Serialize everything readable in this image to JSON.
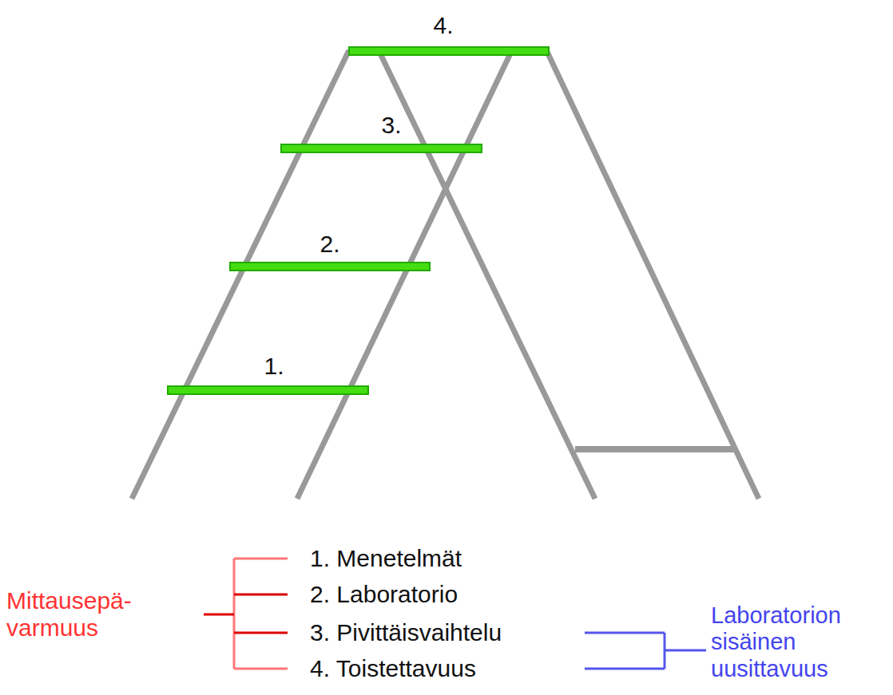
{
  "diagram": {
    "labels": [
      "4.",
      "3.",
      "2.",
      "1.",
      "1. Menetelmät",
      "2. Laboratorio",
      "3. Pivittäisvaihtelu",
      "4. Toistettavuus",
      "Mittausepä- varmuus",
      "Laboratorion sisäinen uusittavuus"
    ]
  }
}
